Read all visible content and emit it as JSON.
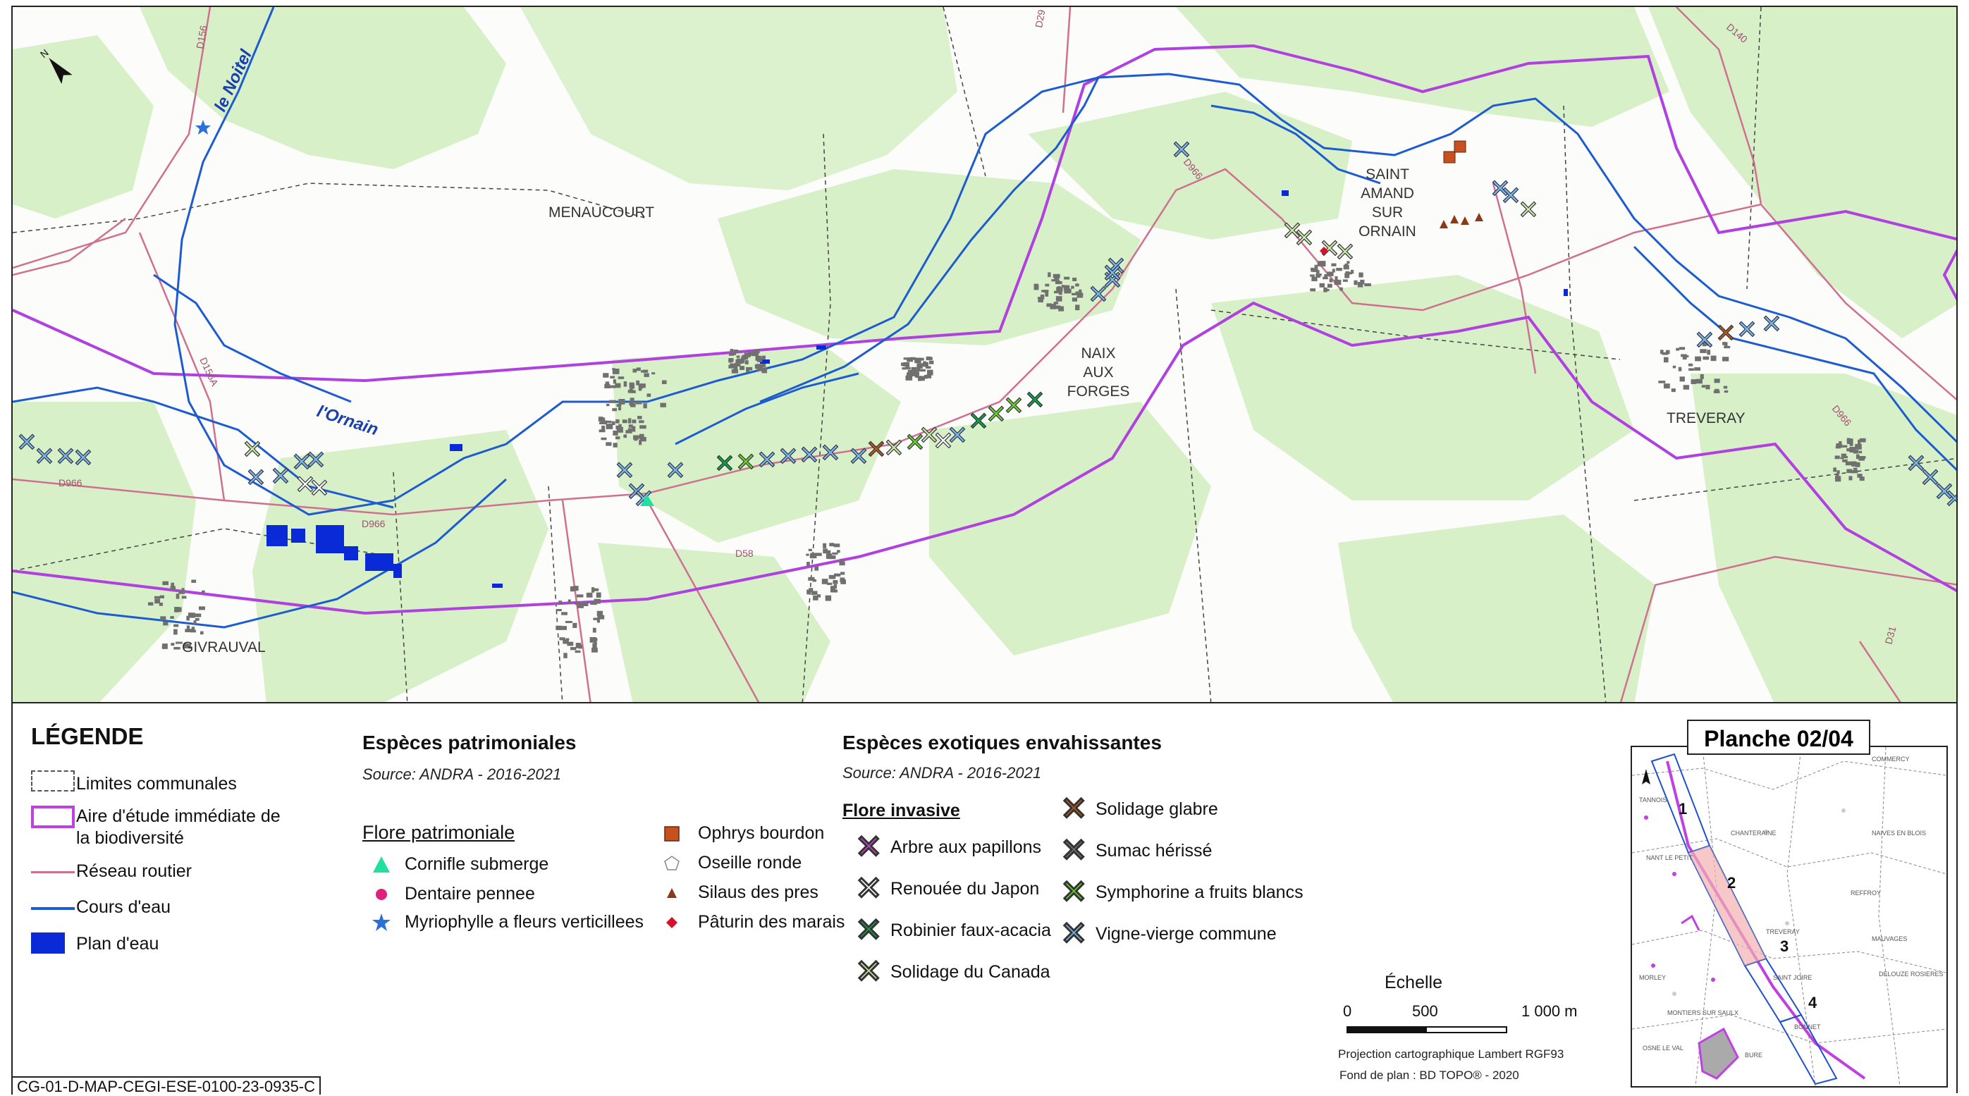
{
  "map": {
    "places": [
      "MENAUCOURT",
      "NAIX",
      "AUX",
      "FORGES",
      "SAINT",
      "AMAND",
      "SUR",
      "ORNAIN",
      "TREVERAY",
      "GIVRAUVAL"
    ],
    "rivers": [
      "le Noitel",
      "l'Ornain"
    ],
    "roads": [
      "D156",
      "D966",
      "D140",
      "D29",
      "D156A",
      "D58",
      "D31",
      "D966",
      "D966",
      "D966"
    ]
  },
  "legend": {
    "title": "LÉGENDE",
    "items": [
      {
        "label": "Limites communales",
        "symbol": "dashed-box"
      },
      {
        "label": "Aire d'étude immédiate de",
        "label2": "la biodiversité",
        "symbol": "purple-box",
        "color": "#c040e0"
      },
      {
        "label": "Réseau routier",
        "symbol": "pink-line",
        "color": "#d07090"
      },
      {
        "label": "Cours d'eau",
        "symbol": "blue-line",
        "color": "#1c5cd0"
      },
      {
        "label": "Plan d'eau",
        "symbol": "blue-fill",
        "color": "#0a2ad8"
      }
    ]
  },
  "patrimoniales": {
    "title": "Espèces patrimoniales",
    "source": "Source: ANDRA - 2016-2021",
    "subtitle": "Flore patrimoniale",
    "col1": [
      {
        "label": "Cornifle submerge",
        "icon": "triangle-icon",
        "color": "#20e0a0"
      },
      {
        "label": "Dentaire pennee",
        "icon": "dot-icon",
        "color": "#e0207a"
      },
      {
        "label": "Myriophylle a fleurs verticillees",
        "icon": "star-icon",
        "color": "#2a70d8"
      }
    ],
    "col2": [
      {
        "label": "Ophrys bourdon",
        "icon": "square-icon",
        "color": "#c8501e"
      },
      {
        "label": "Oseille ronde",
        "icon": "pentagon-icon",
        "color": "#ffffff"
      },
      {
        "label": "Silaus des pres",
        "icon": "small-triangle-icon",
        "color": "#8a3a14"
      },
      {
        "label": "Pâturin des marais",
        "icon": "diamond-icon",
        "color": "#d8102a"
      }
    ]
  },
  "exotiques": {
    "title": "Espèces exotiques envahissantes",
    "source": "Source: ANDRA - 2016-2021",
    "subtitle": "Flore invasive",
    "col1": [
      {
        "label": "Arbre aux papillons",
        "color": "#d040d0"
      },
      {
        "label": "Renouée du Japon",
        "color": "#ffffff"
      },
      {
        "label": "Robinier faux-acacia",
        "color": "#14a040"
      },
      {
        "label": "Solidage du Canada",
        "color": "#cce8a0"
      }
    ],
    "col2": [
      {
        "label": "Solidage glabre",
        "color": "#b05a1a"
      },
      {
        "label": "Sumac hérissé",
        "color": "#707070"
      },
      {
        "label": "Symphorine a fruits blancs",
        "color": "#6ad02a"
      },
      {
        "label": "Vigne-vierge commune",
        "color": "#7ab8ea"
      }
    ]
  },
  "scale": {
    "title": "Échelle",
    "ticks": [
      "0",
      "500",
      "1 000 m"
    ],
    "projection": "Projection cartographique Lambert RGF93",
    "fond": "Fond de plan : BD TOPO® - 2020"
  },
  "planche": {
    "title": "Planche 02/04",
    "sections": [
      "1",
      "2",
      "3",
      "4"
    ],
    "places": [
      "COMMERCY",
      "TANNOIS",
      "CHANTERAINE",
      "NANT LE PETIT",
      "NAIVES EN BLOIS",
      "REFFROY",
      "TREVERAY",
      "MAUVAGES",
      "SAINT JOIRE",
      "DELOUZE ROSIERES",
      "MORLEY",
      "MONTIERS SUR SAULX",
      "BONNET",
      "OSNE LE VAL",
      "BURE"
    ]
  },
  "document_code": "CG-01-D-MAP-CEGI-ESE-0100-23-0935-C"
}
